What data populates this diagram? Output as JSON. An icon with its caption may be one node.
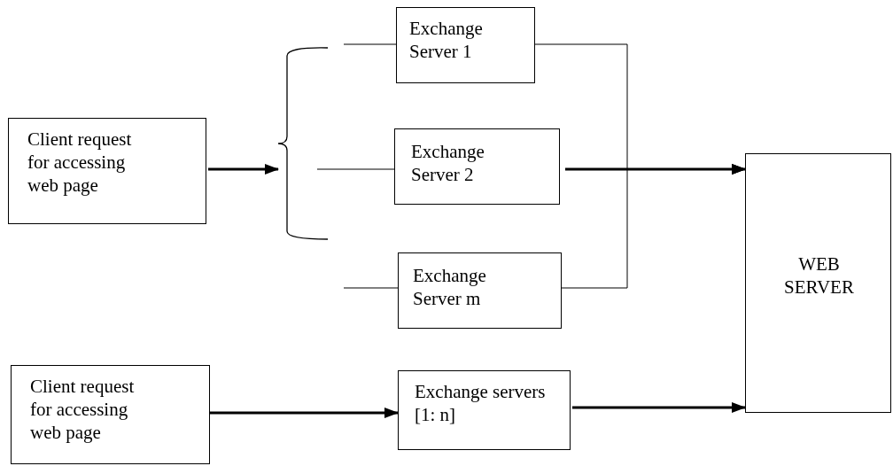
{
  "diagram": {
    "nodes": [
      {
        "text": [
          "Client request for accessing web page"
        ]
      },
      {
        "text": [],
        "shape": "brace"
      },
      {
        "text": [
          "Exchange Server 1"
        ]
      },
      {
        "text": [
          "Exchange Server 2"
        ]
      },
      {
        "text": [
          "Exchange Server m"
        ]
      },
      {
        "text": [
          "WEB SERVER"
        ]
      },
      {
        "text": [
          "Client request for accessing web page"
        ]
      },
      {
        "text": [
          "Exchange servers  [1: n]"
        ]
      }
    ],
    "edges": [
      {
        "from": 0,
        "to": 1,
        "arrow": "to",
        "style": "thick"
      },
      {
        "from": 1,
        "to": 2,
        "arrow": "none"
      },
      {
        "from": 1,
        "to": 3,
        "arrow": "none"
      },
      {
        "from": 1,
        "to": 4,
        "arrow": "none"
      },
      {
        "from": 2,
        "to": 5,
        "arrow": "to"
      },
      {
        "from": 3,
        "to": 5,
        "arrow": "to",
        "style": "thick"
      },
      {
        "from": 4,
        "to": 5,
        "arrow": "to"
      },
      {
        "from": 6,
        "to": 7,
        "arrow": "to",
        "style": "thick"
      },
      {
        "from": 7,
        "to": 5,
        "arrow": "to",
        "style": "thick"
      }
    ]
  }
}
